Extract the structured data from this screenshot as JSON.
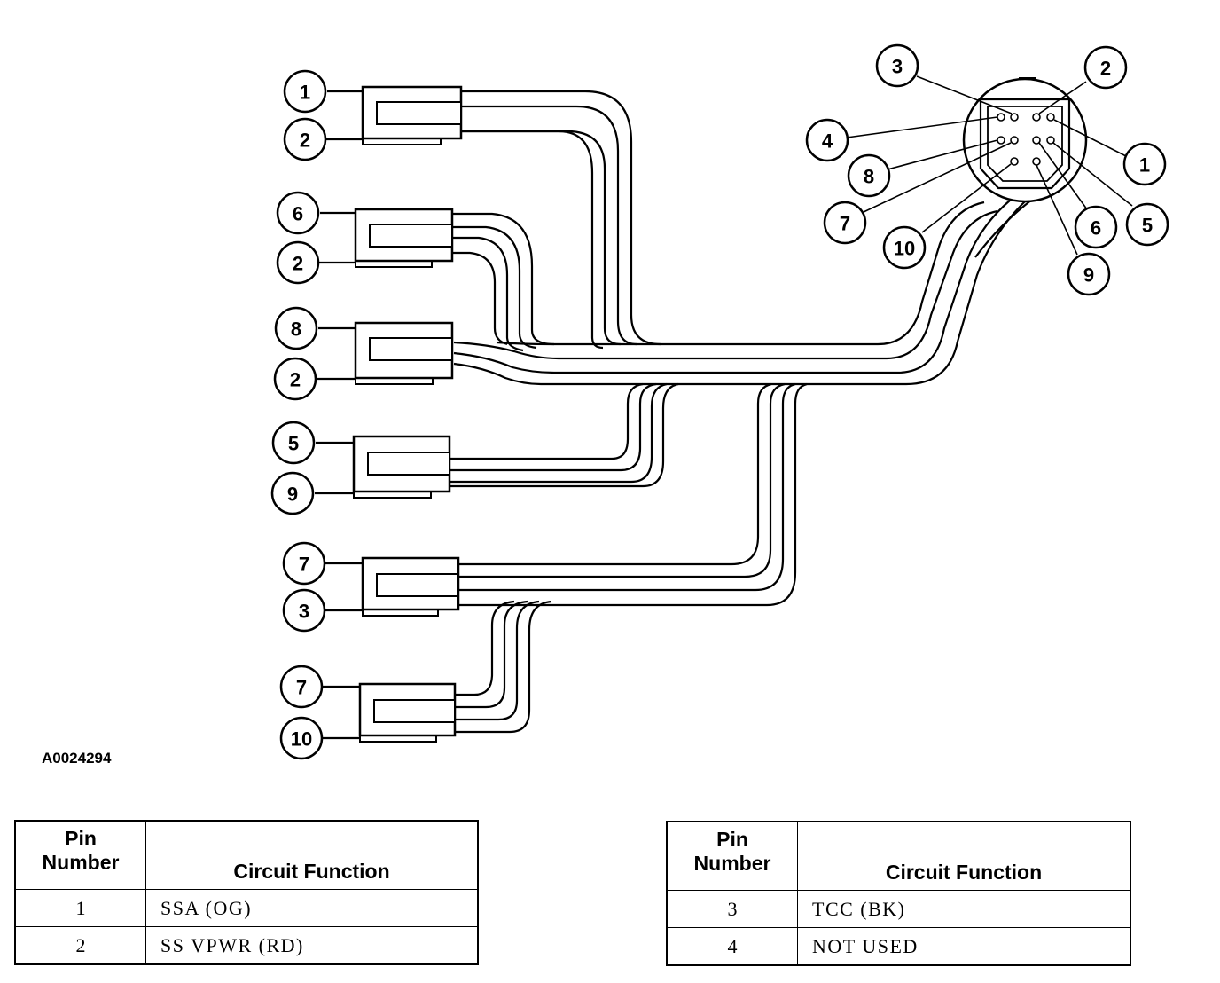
{
  "figure_id": "A0024294",
  "connectors": [
    {
      "name": "connector-1",
      "pins": [
        "1",
        "2"
      ]
    },
    {
      "name": "connector-2",
      "pins": [
        "6",
        "2"
      ]
    },
    {
      "name": "connector-3",
      "pins": [
        "8",
        "2"
      ]
    },
    {
      "name": "connector-4",
      "pins": [
        "5",
        "9"
      ]
    },
    {
      "name": "connector-5",
      "pins": [
        "7",
        "3"
      ]
    },
    {
      "name": "connector-6",
      "pins": [
        "7",
        "10"
      ]
    }
  ],
  "main_connector_callouts": [
    "3",
    "2",
    "4",
    "1",
    "8",
    "7",
    "10",
    "6",
    "5",
    "9"
  ],
  "tables": [
    {
      "headers": {
        "pin": "Pin\nNumber",
        "function": "Circuit Function"
      },
      "rows": [
        {
          "pin": "1",
          "function": "SSA (OG)"
        },
        {
          "pin": "2",
          "function": "SS VPWR (RD)"
        }
      ]
    },
    {
      "headers": {
        "pin": "Pin\nNumber",
        "function": "Circuit Function"
      },
      "rows": [
        {
          "pin": "3",
          "function": "TCC (BK)"
        },
        {
          "pin": "4",
          "function": "NOT USED"
        }
      ]
    }
  ]
}
